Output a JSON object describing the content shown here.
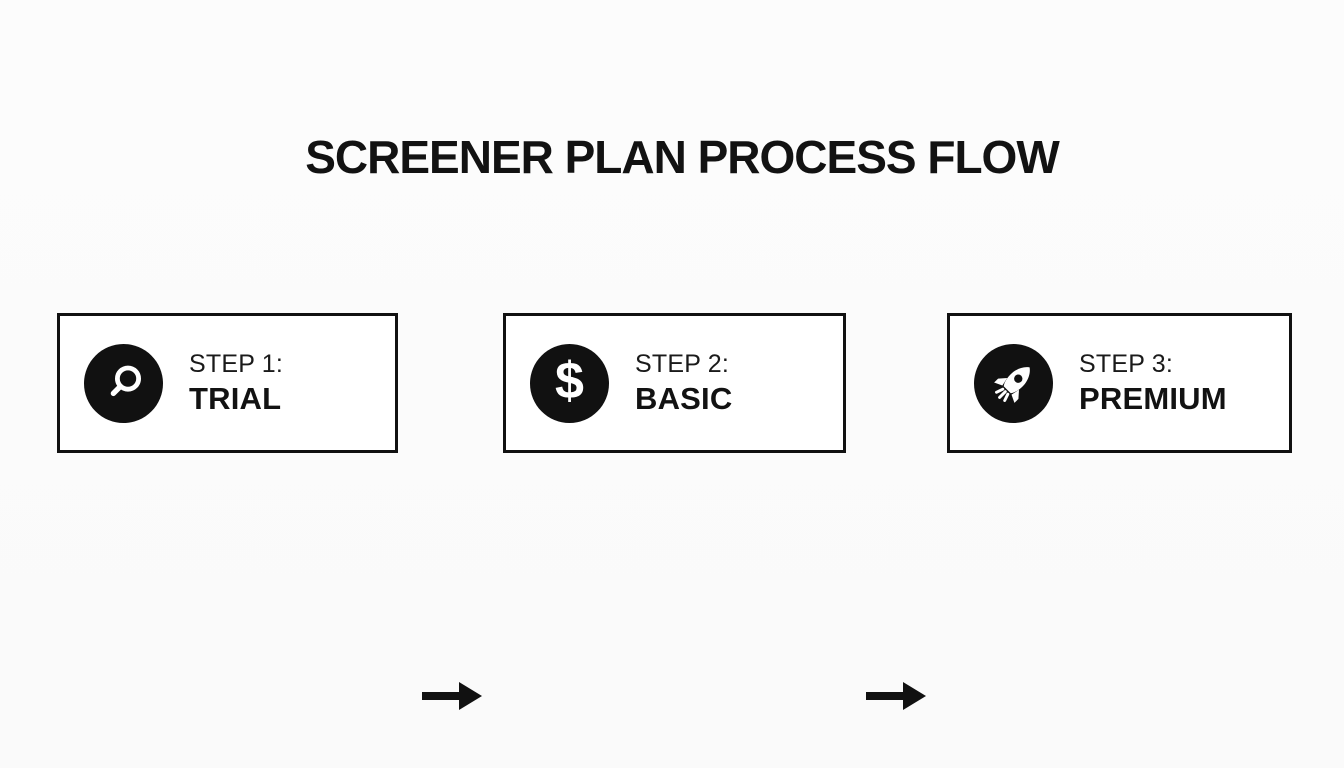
{
  "title": "SCREENER PLAN PROCESS FLOW",
  "flow": {
    "steps": [
      {
        "label": "STEP 1:",
        "name": "TRIAL",
        "icon": "search-icon"
      },
      {
        "label": "STEP 2:",
        "name": "BASIC",
        "icon": "dollar-icon"
      },
      {
        "label": "STEP 3:",
        "name": "PREMIUM",
        "icon": "rocket-icon"
      }
    ],
    "connector_icon": "arrow-right-icon",
    "dollar_glyph": "$"
  },
  "colors": {
    "background": "#fbfbfb",
    "box_background": "#ffffff",
    "box_border": "#111111",
    "icon_circle_background": "#111111",
    "icon_foreground": "#ffffff",
    "title_text": "#121212",
    "step_label_text": "#1a1a1a",
    "step_name_text": "#121212",
    "arrow": "#111111"
  }
}
